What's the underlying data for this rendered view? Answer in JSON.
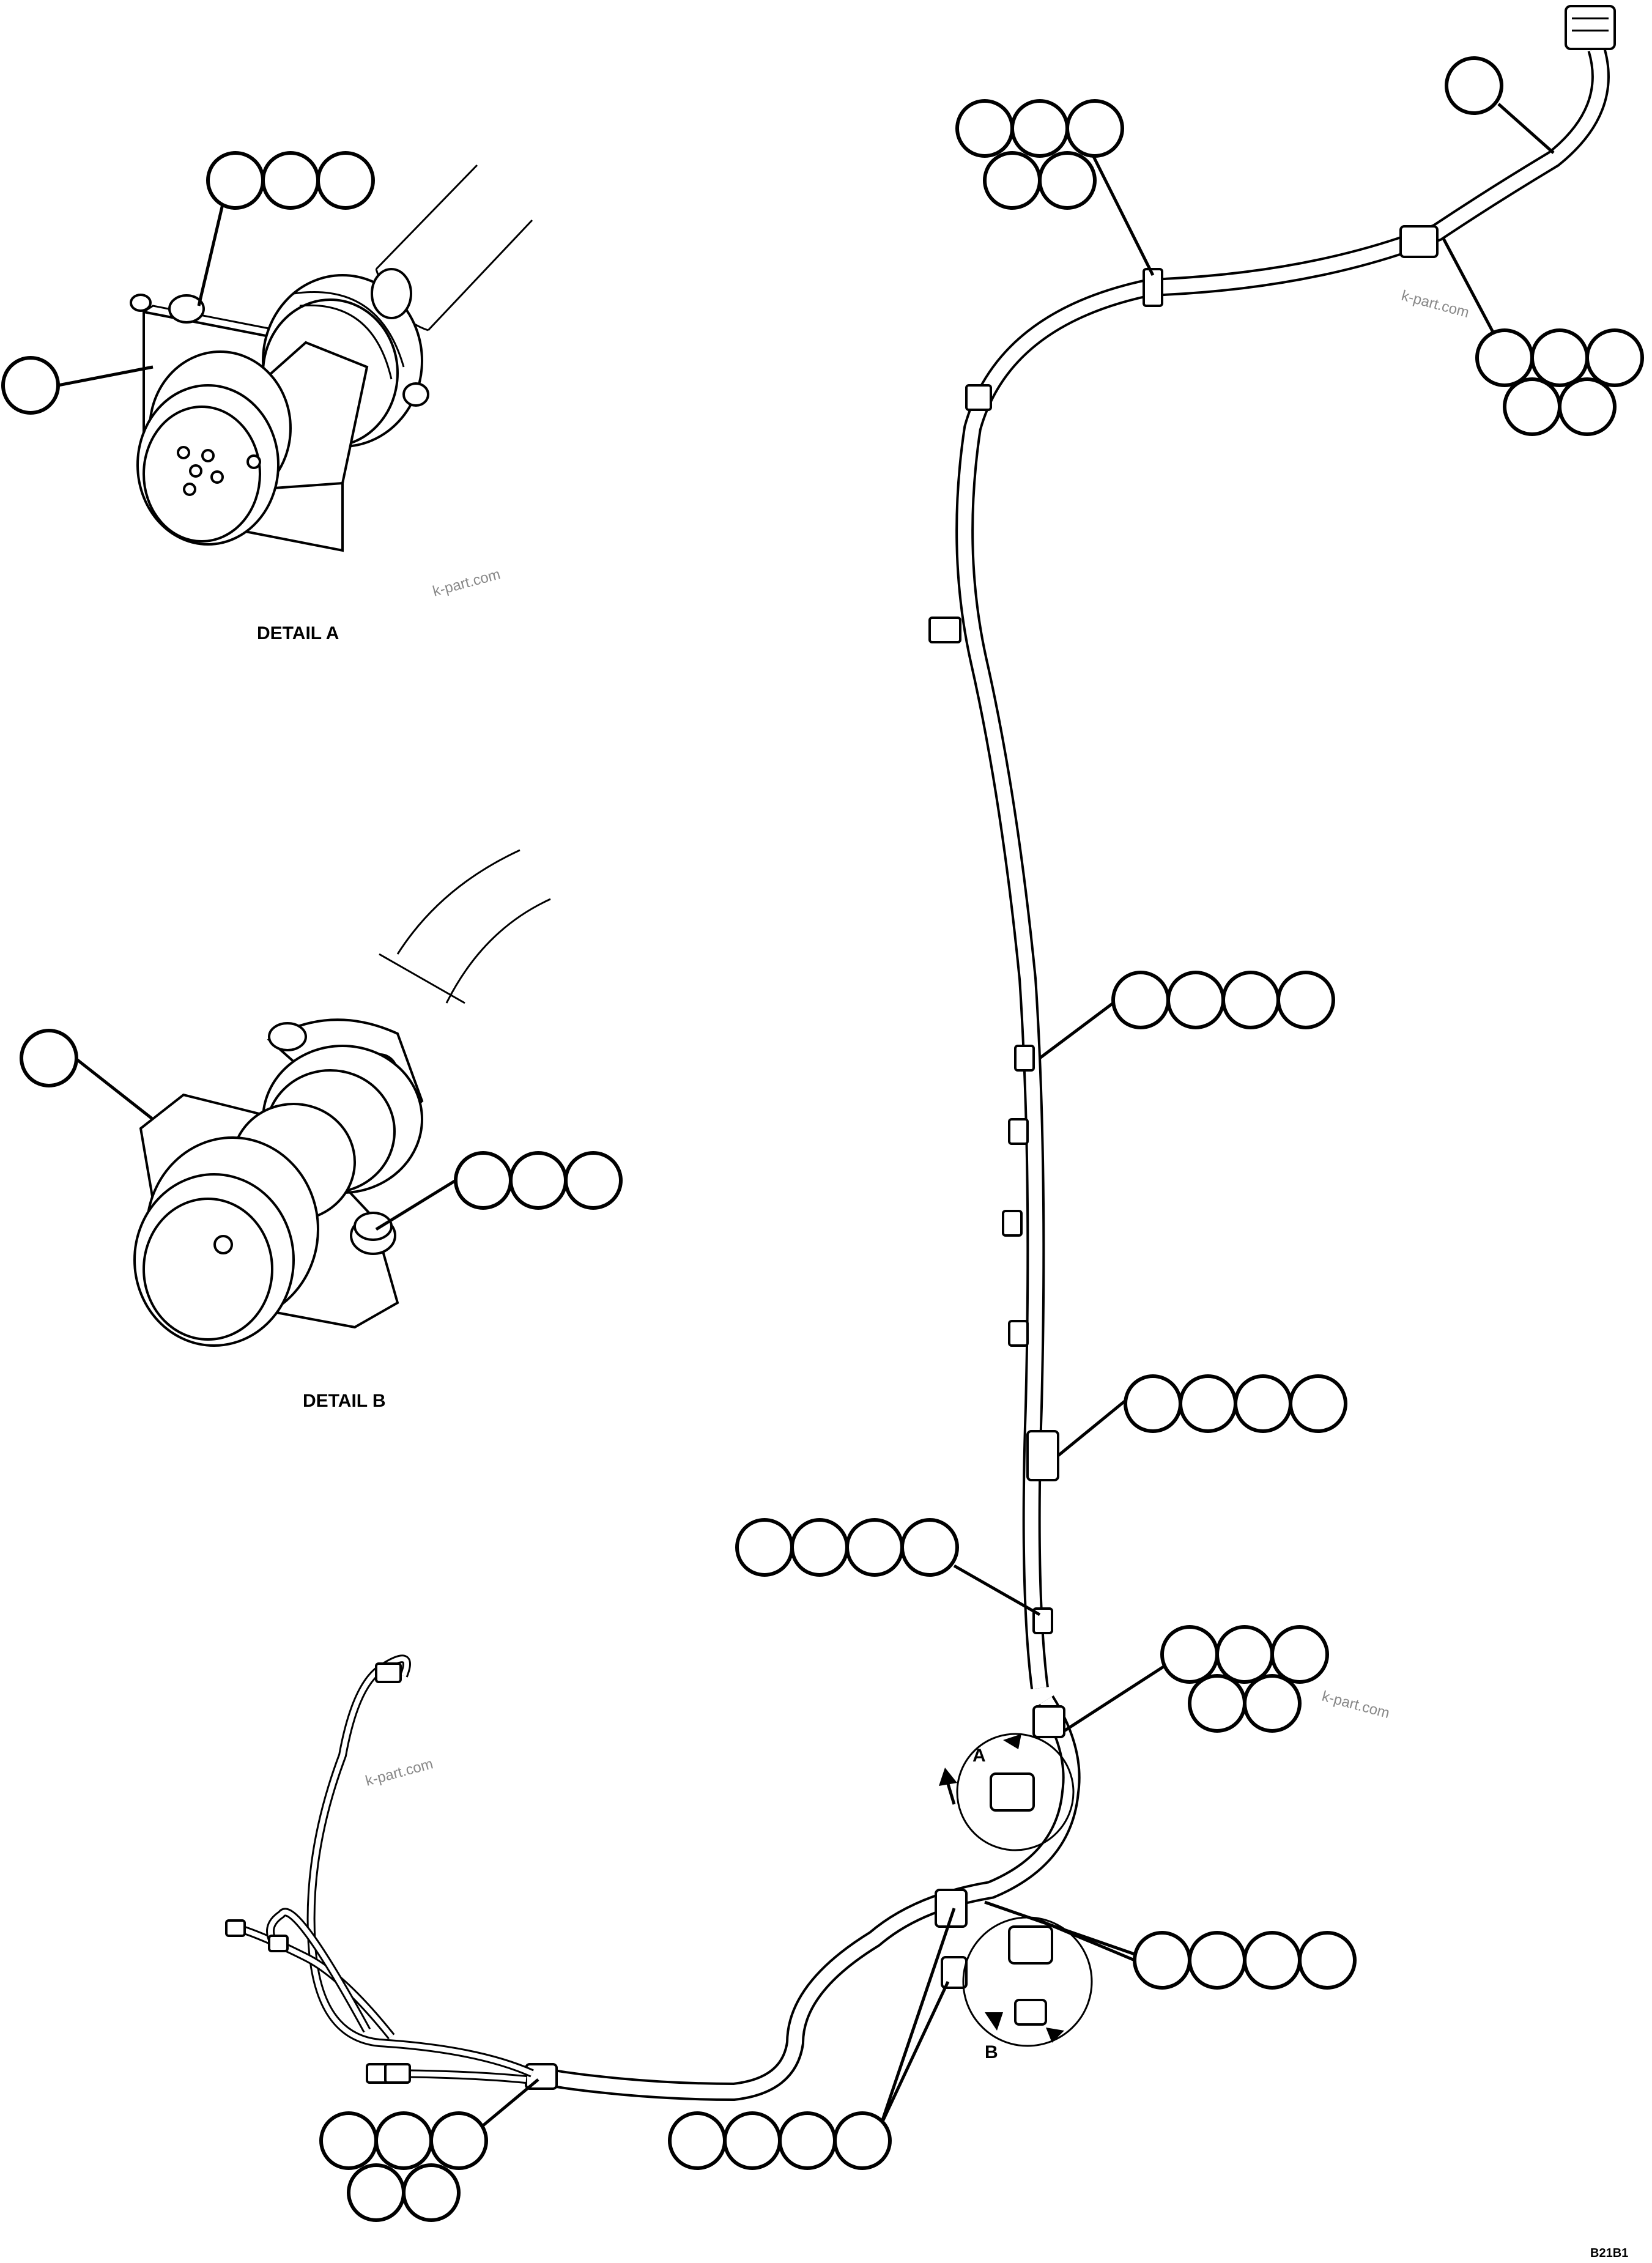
{
  "labels": {
    "detail_a": "DETAIL A",
    "detail_b": "DETAIL B",
    "view_a": "A",
    "view_b": "B",
    "figure_code": "B21B1"
  },
  "watermark": "k-part.com",
  "callout_groups": [
    {
      "id": "group-detail-a-top",
      "count": 3
    },
    {
      "id": "group-detail-a-left",
      "count": 1
    },
    {
      "id": "group-detail-b-left",
      "count": 1
    },
    {
      "id": "group-detail-b-right",
      "count": 3
    },
    {
      "id": "group-top-center",
      "count": 5
    },
    {
      "id": "group-top-right-single",
      "count": 1
    },
    {
      "id": "group-right-upper",
      "count": 5
    },
    {
      "id": "group-mid-right-1",
      "count": 4
    },
    {
      "id": "group-mid-right-2",
      "count": 4
    },
    {
      "id": "group-mid-left",
      "count": 4
    },
    {
      "id": "group-lower-right-cluster",
      "count": 5
    },
    {
      "id": "group-lower-right-row",
      "count": 4
    },
    {
      "id": "group-bottom-left",
      "count": 5
    },
    {
      "id": "group-bottom-center",
      "count": 4
    }
  ]
}
